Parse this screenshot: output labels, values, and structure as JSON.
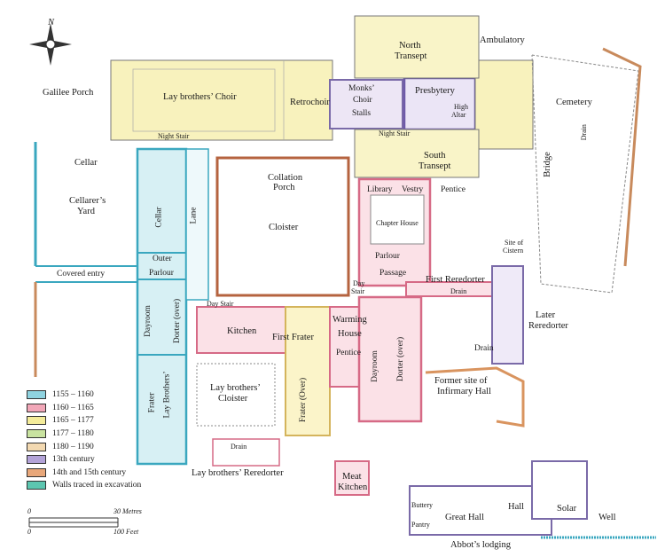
{
  "compass": {
    "north_label": "N"
  },
  "labels": {
    "galilee_porch": "Galilee Porch",
    "lay_brothers_choir": "Lay brothers’ Choir",
    "retrochoir": "Retrochoir",
    "monks_choir_1": "Monks’",
    "monks_choir_2": "Choir",
    "stalls": "Stalls",
    "presbytery": "Presbytery",
    "high_altar_1": "High",
    "high_altar_2": "Altar",
    "north_transept_1": "North",
    "north_transept_2": "Transept",
    "ambulatory": "Ambulatory",
    "cemetery": "Cemetery",
    "drain_top": "Drain",
    "bridge": "Bridge",
    "night_stair_left": "Night Stair",
    "night_stair_right": "Night Stair",
    "south_transept_1": "South",
    "south_transept_2": "Transept",
    "cellar": "Cellar",
    "cellarers_yard_1": "Cellarer’s",
    "cellarers_yard_2": "Yard",
    "collation_porch_1": "Collation",
    "collation_porch_2": "Porch",
    "cloister": "Cloister",
    "library": "Library",
    "vestry": "Vestry",
    "pentice_top": "Pentice",
    "chapter_house": "Chapter House",
    "lane": "Lane",
    "cellar_vert": "Cellar",
    "outer": "Outer",
    "parlour_left": "Parlour",
    "covered_entry": "Covered entry",
    "site_of_cistern_1": "Site of",
    "site_of_cistern_2": "Cistern",
    "parlour_right": "Parlour",
    "passage": "Passage",
    "day_stair_right_1": "Day",
    "day_stair_right_2": "Stair",
    "first_reredorter": "First Reredorter",
    "drain_mid": "Drain",
    "day_stair_left": "Day Stair",
    "dayroom_left": "Dayroom",
    "dorter_over_left": "Dorter (over)",
    "kitchen": "Kitchen",
    "first_frater": "First Frater",
    "warming_house_1": "Warming",
    "warming_house_2": "House",
    "pentice_mid": "Pentice",
    "dayroom_right": "Dayroom",
    "dorter_over_right": "Dorter (over)",
    "later_reredorter_1": "Later",
    "later_reredorter_2": "Reredorter",
    "drain_right": "Drain",
    "former_site_1": "Former site of",
    "former_site_2": "Infirmary Hall",
    "lay_brothers_cloister_1": "Lay brothers’",
    "lay_brothers_cloister_2": "Cloister",
    "frater_left": "Frater",
    "lay_brothers_vert": "Lay Brothers’",
    "frater_over": "Frater (Over)",
    "drain_bottom": "Drain",
    "lay_brothers_reredorter": "Lay brothers’ Reredorter",
    "meat_kitchen_1": "Meat",
    "meat_kitchen_2": "Kitchen",
    "buttery": "Buttery",
    "pantry": "Pantry",
    "great_hall": "Great Hall",
    "hall": "Hall",
    "solar": "Solar",
    "well": "Well",
    "abbots_lodging": "Abbot’s lodging"
  },
  "legend": [
    {
      "label": "1155 – 1160",
      "color": "#8fd3e0"
    },
    {
      "label": "1160 – 1165",
      "color": "#f2a7b8"
    },
    {
      "label": "1165 – 1177",
      "color": "#f4ec9a"
    },
    {
      "label": "1177 – 1180",
      "color": "#c9e3a0"
    },
    {
      "label": "1180 – 1190",
      "color": "#f3d9b1"
    },
    {
      "label": "13th century",
      "color": "#b3a3d8"
    },
    {
      "label": "14th and 15th century",
      "color": "#e8a77a"
    },
    {
      "label": "Walls traced in excavation",
      "color": "#5cc6b0"
    }
  ],
  "scale": {
    "zero_m": "0",
    "metres": "30 Metres",
    "zero_f": "0",
    "feet": "100 Feet"
  }
}
